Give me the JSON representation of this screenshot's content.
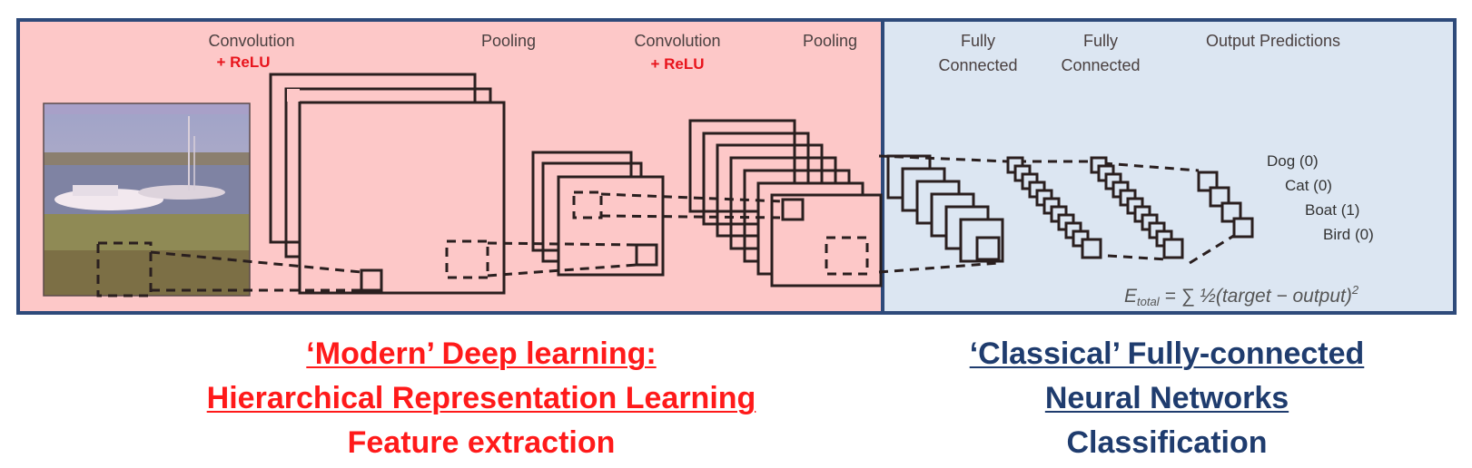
{
  "feature_panel": {
    "labels": {
      "conv1": "Convolution",
      "relu1": "+ ReLU",
      "pool1": "Pooling",
      "conv2": "Convolution",
      "relu2": "+ ReLU",
      "pool2": "Pooling"
    }
  },
  "classifier_panel": {
    "labels": {
      "fc1_line1": "Fully",
      "fc1_line2": "Connected",
      "fc2_line1": "Fully",
      "fc2_line2": "Connected",
      "output": "Output Predictions"
    },
    "predictions": [
      "Dog (0)",
      "Cat (0)",
      "Boat (1)",
      "Bird (0)"
    ],
    "formula": {
      "lhs": "E",
      "lhs_sub": "total",
      "rhs": "= ∑ ½(target − output)",
      "rhs_sup": "2"
    }
  },
  "captions": {
    "left": [
      "‘Modern’ Deep learning:",
      "Hierarchical Representation Learning",
      "Feature extraction"
    ],
    "right": [
      "‘Classical’ Fully-connected",
      "Neural Networks",
      "Classification"
    ]
  },
  "colors": {
    "left_panel_bg": "#fdc8c8",
    "right_panel_bg": "#dce6f2",
    "panel_border": "#2e4a7a",
    "relu_red": "#e8141c",
    "caption_red": "#ff1a1a",
    "caption_blue": "#1f3c6e",
    "diagram_stroke": "#2a1f1f"
  }
}
